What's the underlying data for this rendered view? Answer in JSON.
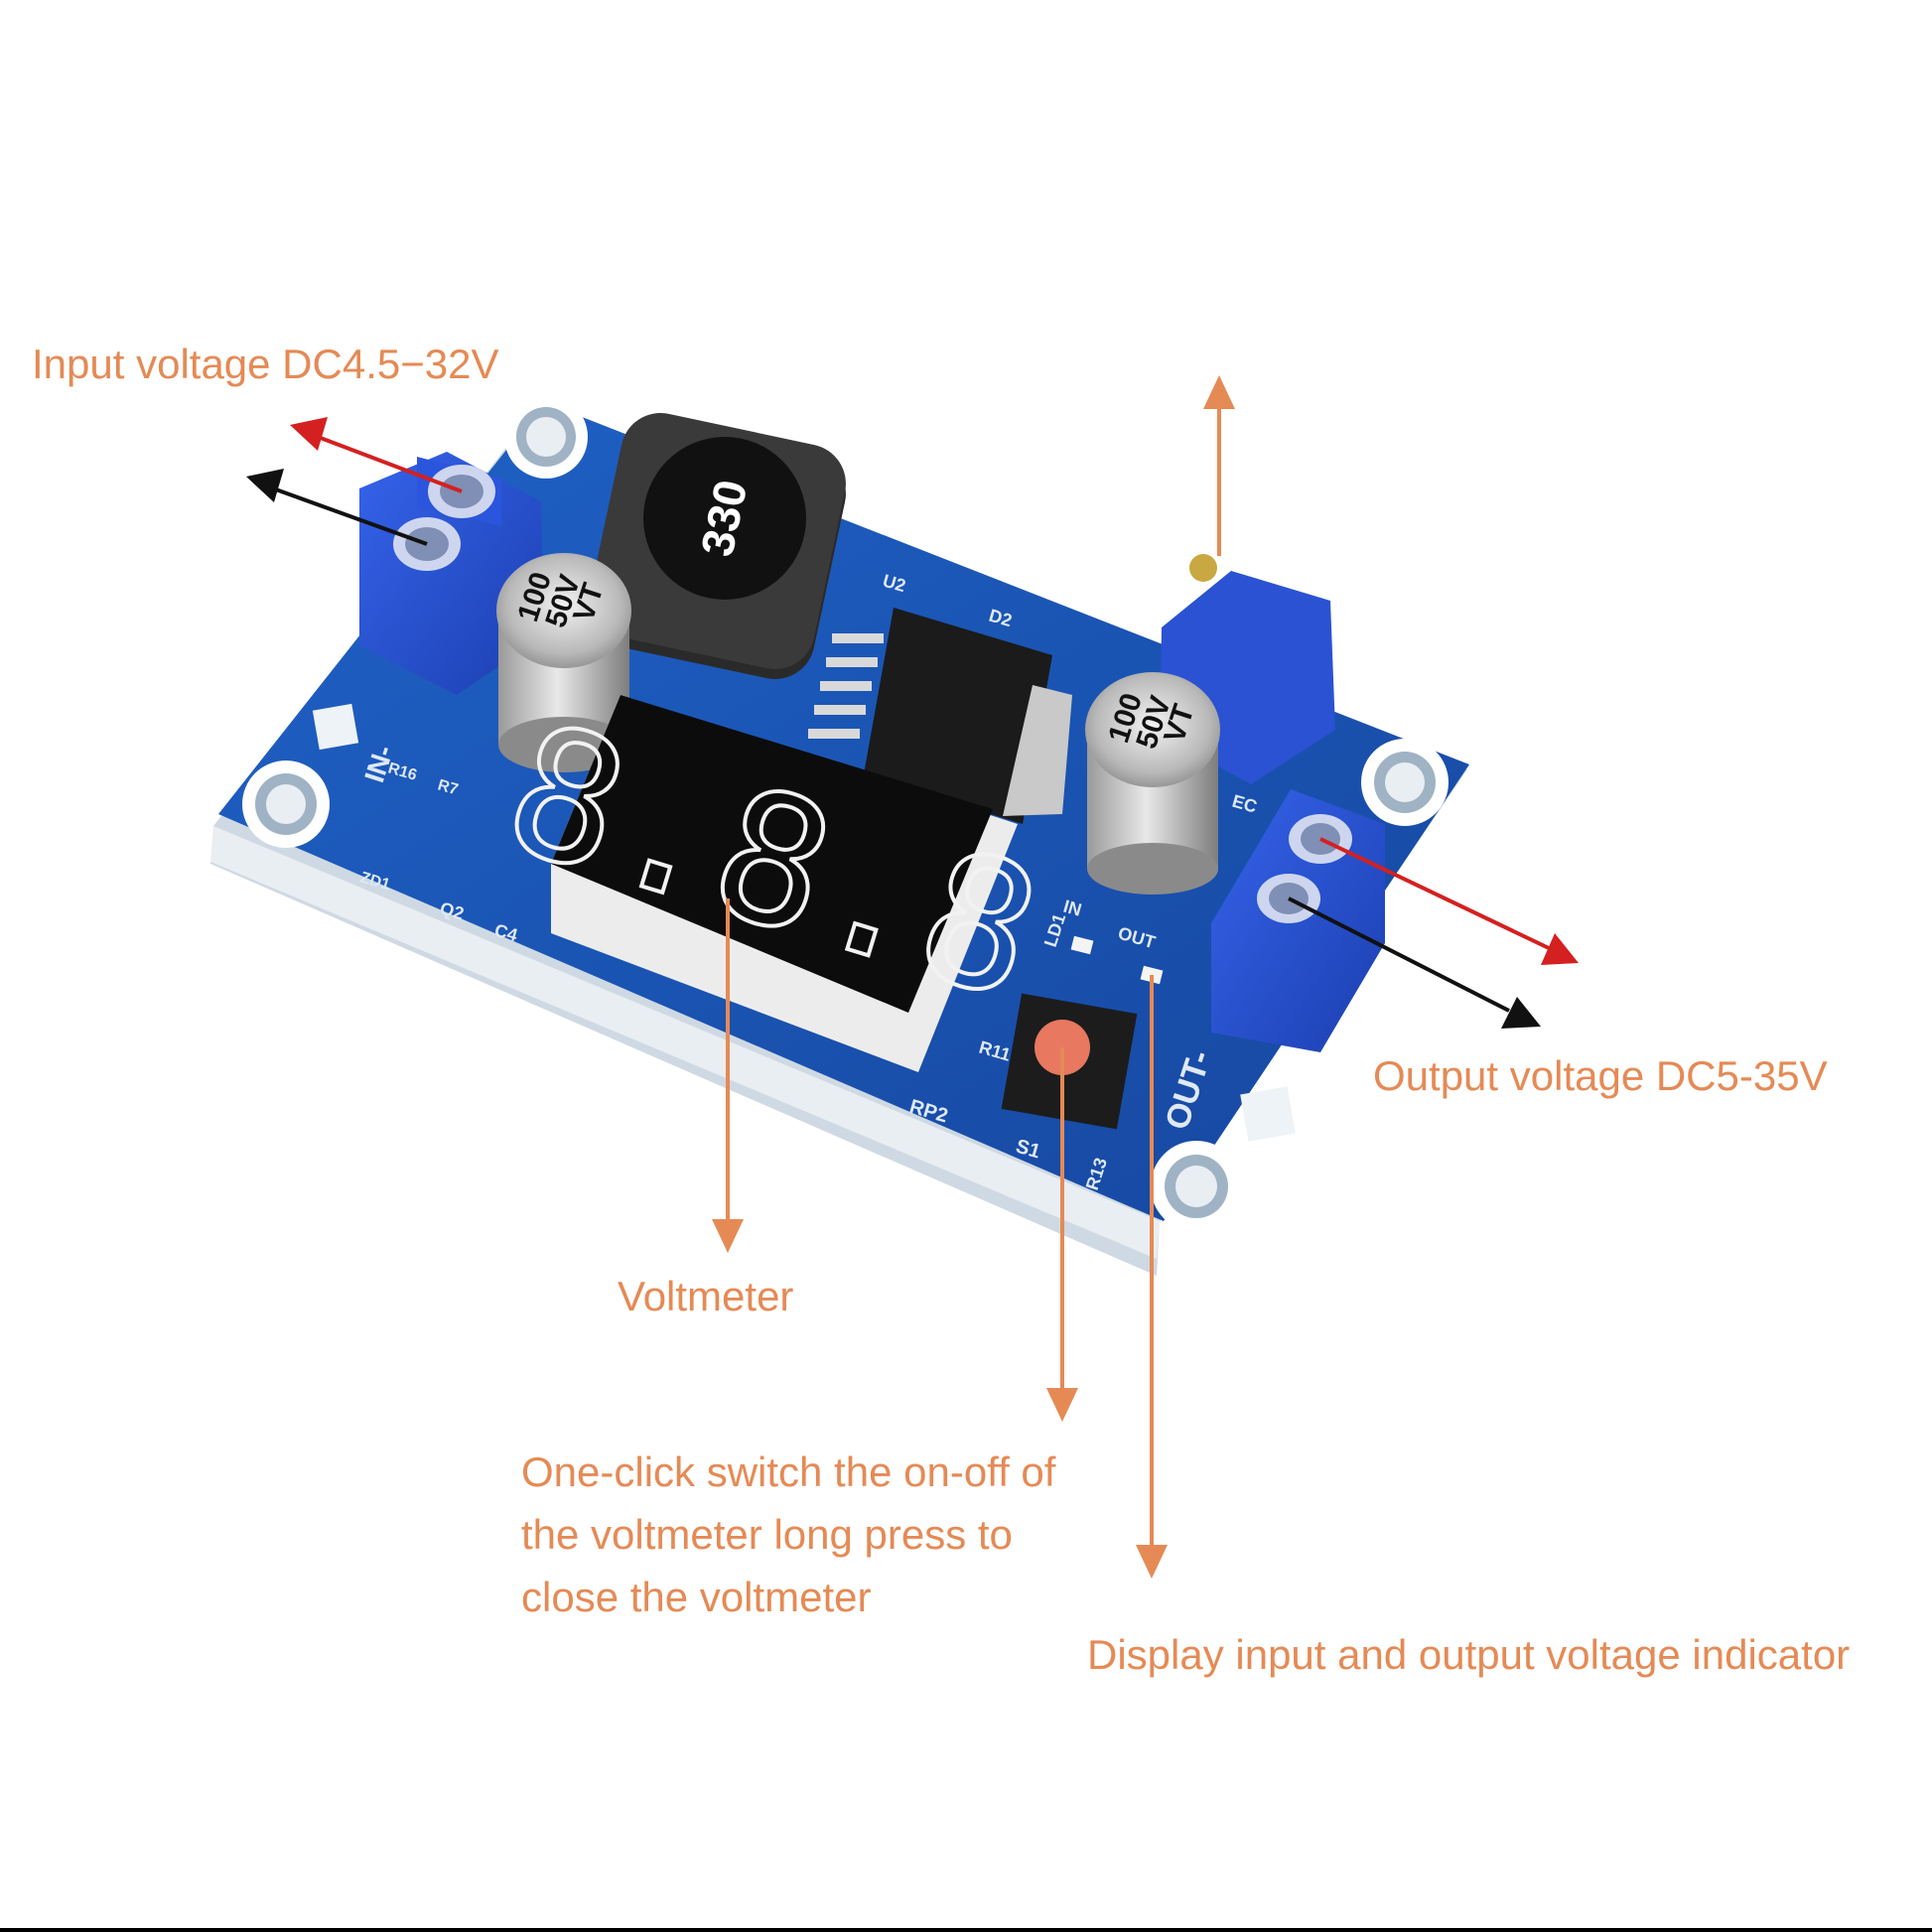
{
  "labels": {
    "input": "Input voltage DC4.5−32V",
    "output": "Output voltage DC5-35V",
    "voltmeter": "Voltmeter",
    "switch": [
      "One-click switch the on-off of",
      "the voltmeter long press to",
      "close the voltmeter"
    ],
    "indicator": "Display input and output voltage indicator"
  },
  "board": {
    "inductor_text": "330",
    "cap_left": [
      "100",
      "50V",
      "VT"
    ],
    "cap_right": [
      "100",
      "50V",
      "VT"
    ],
    "display_digits": "8.8.8",
    "in_label": "IN-",
    "out_label": "OUT-",
    "silk": {
      "u2": "U2",
      "d2": "D2",
      "zd1": "ZD1",
      "q2": "Q2",
      "c4": "C4",
      "r16": "R16",
      "r7": "R7",
      "rp2": "RP2",
      "s1": "S1",
      "r13": "R13",
      "ld1": "LD1",
      "in": "IN",
      "out": "OUT",
      "r11": "R11",
      "ec": "EC"
    }
  },
  "colors": {
    "annotation": "#e58a55",
    "pcb": "#1a56b8",
    "terminal": "#2050d8",
    "arrow_red": "#d42020",
    "arrow_black": "#111111"
  }
}
